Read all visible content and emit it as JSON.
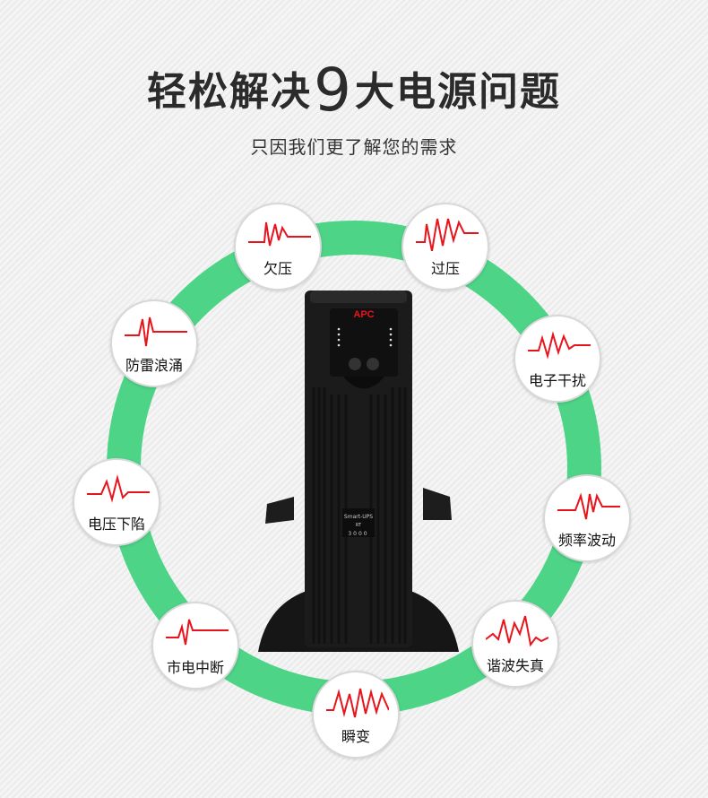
{
  "header": {
    "title_before": "轻松解决",
    "title_number": "9",
    "title_after": "大电源问题",
    "subtitle": "只因我们更了解您的需求"
  },
  "product": {
    "brand": "APC",
    "model_name": "Smart-UPS",
    "model_series": "RT",
    "model_number": "3000"
  },
  "problems": [
    "欠压",
    "过压",
    "防雷浪涌",
    "电子干扰",
    "电压下陷",
    "频率波动",
    "市电中断",
    "谐波失真",
    "瞬变"
  ],
  "colors": {
    "ring": "#4dd487",
    "wave": "#e8141b",
    "title": "#2b2b2b"
  }
}
